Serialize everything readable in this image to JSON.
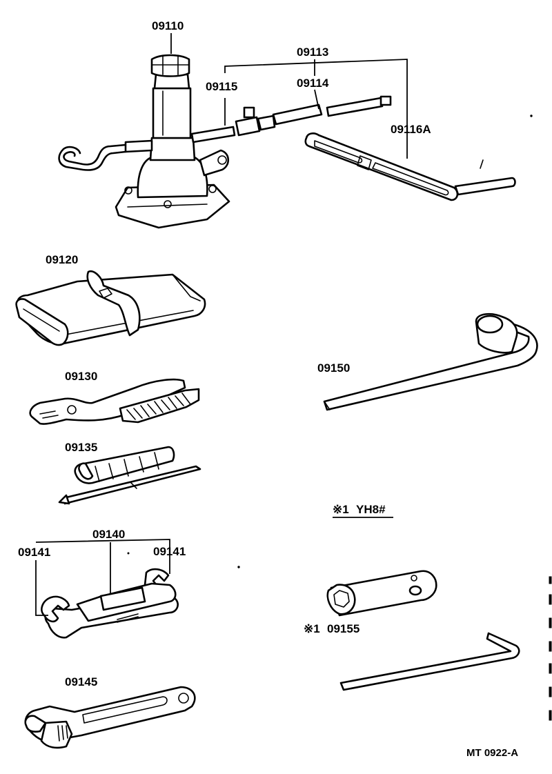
{
  "parts": {
    "jack": "09110",
    "handle_set": "09113",
    "handle_mid": "09114",
    "handle_end": "09115",
    "jack_handle": "09116A",
    "tool_bag": "09120",
    "pliers": "09130",
    "screwdriver": "09135",
    "wrench_set": "09140",
    "wrench_left": "09141",
    "wrench_right": "09141",
    "adjustable_wrench": "09145",
    "lug_wrench": "09150",
    "plug_wrench": "09155"
  },
  "notes": {
    "variant_code": "YH8#",
    "variant_mark": "※1",
    "plug_wrench_mark": "※1"
  },
  "footer": {
    "figure_code": "MT  0922-A"
  }
}
